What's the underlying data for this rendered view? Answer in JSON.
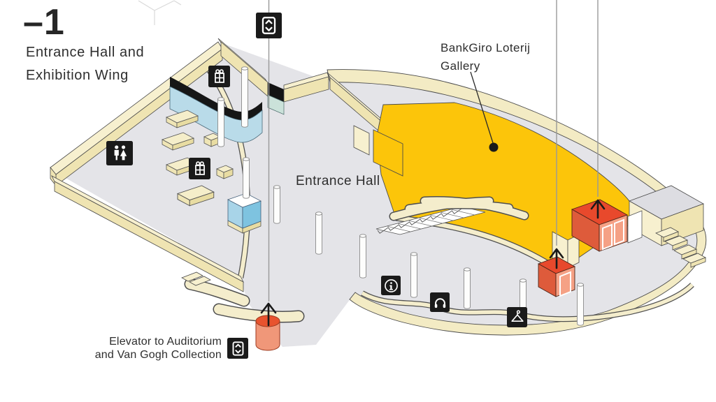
{
  "header": {
    "floor_number": "–1",
    "subtitle_line1": "Entrance Hall and",
    "subtitle_line2": "Exhibition Wing"
  },
  "labels": {
    "gallery_line1": "BankGiro Loterij",
    "gallery_line2": "Gallery",
    "entrance_hall": "Entrance Hall",
    "elevator_line1": "Elevator to Auditorium",
    "elevator_line2": "and Van Gogh Collection"
  },
  "icons": [
    {
      "name": "elevator-icon-top",
      "meaning": "Elevator"
    },
    {
      "name": "shop-icon-upper",
      "meaning": "Museum shop"
    },
    {
      "name": "restrooms-icon",
      "meaning": "Restrooms"
    },
    {
      "name": "shop-icon-lower",
      "meaning": "Museum shop"
    },
    {
      "name": "information-icon",
      "meaning": "Information desk"
    },
    {
      "name": "audio-guide-icon",
      "meaning": "Audio guide"
    },
    {
      "name": "coat-check-icon",
      "meaning": "Coat check"
    },
    {
      "name": "elevator-icon-bottom",
      "meaning": "Elevator"
    }
  ],
  "regions": [
    "exhibition-wing",
    "entrance-hall",
    "bankgiro-loterij-gallery",
    "museum-shop"
  ],
  "colors": {
    "gallery_yellow": "#FCC50A",
    "wall_cream": "#F3EBC4",
    "wall_cream_light": "#F7F0CF",
    "floor_gray": "#E4E4E8",
    "glass_blue": "#B9DBE9",
    "elevator_red": "#E8492C",
    "elevator_red_light": "#F5A185",
    "icon_background": "#1A1A1A",
    "text_color": "#2E2E2E"
  }
}
